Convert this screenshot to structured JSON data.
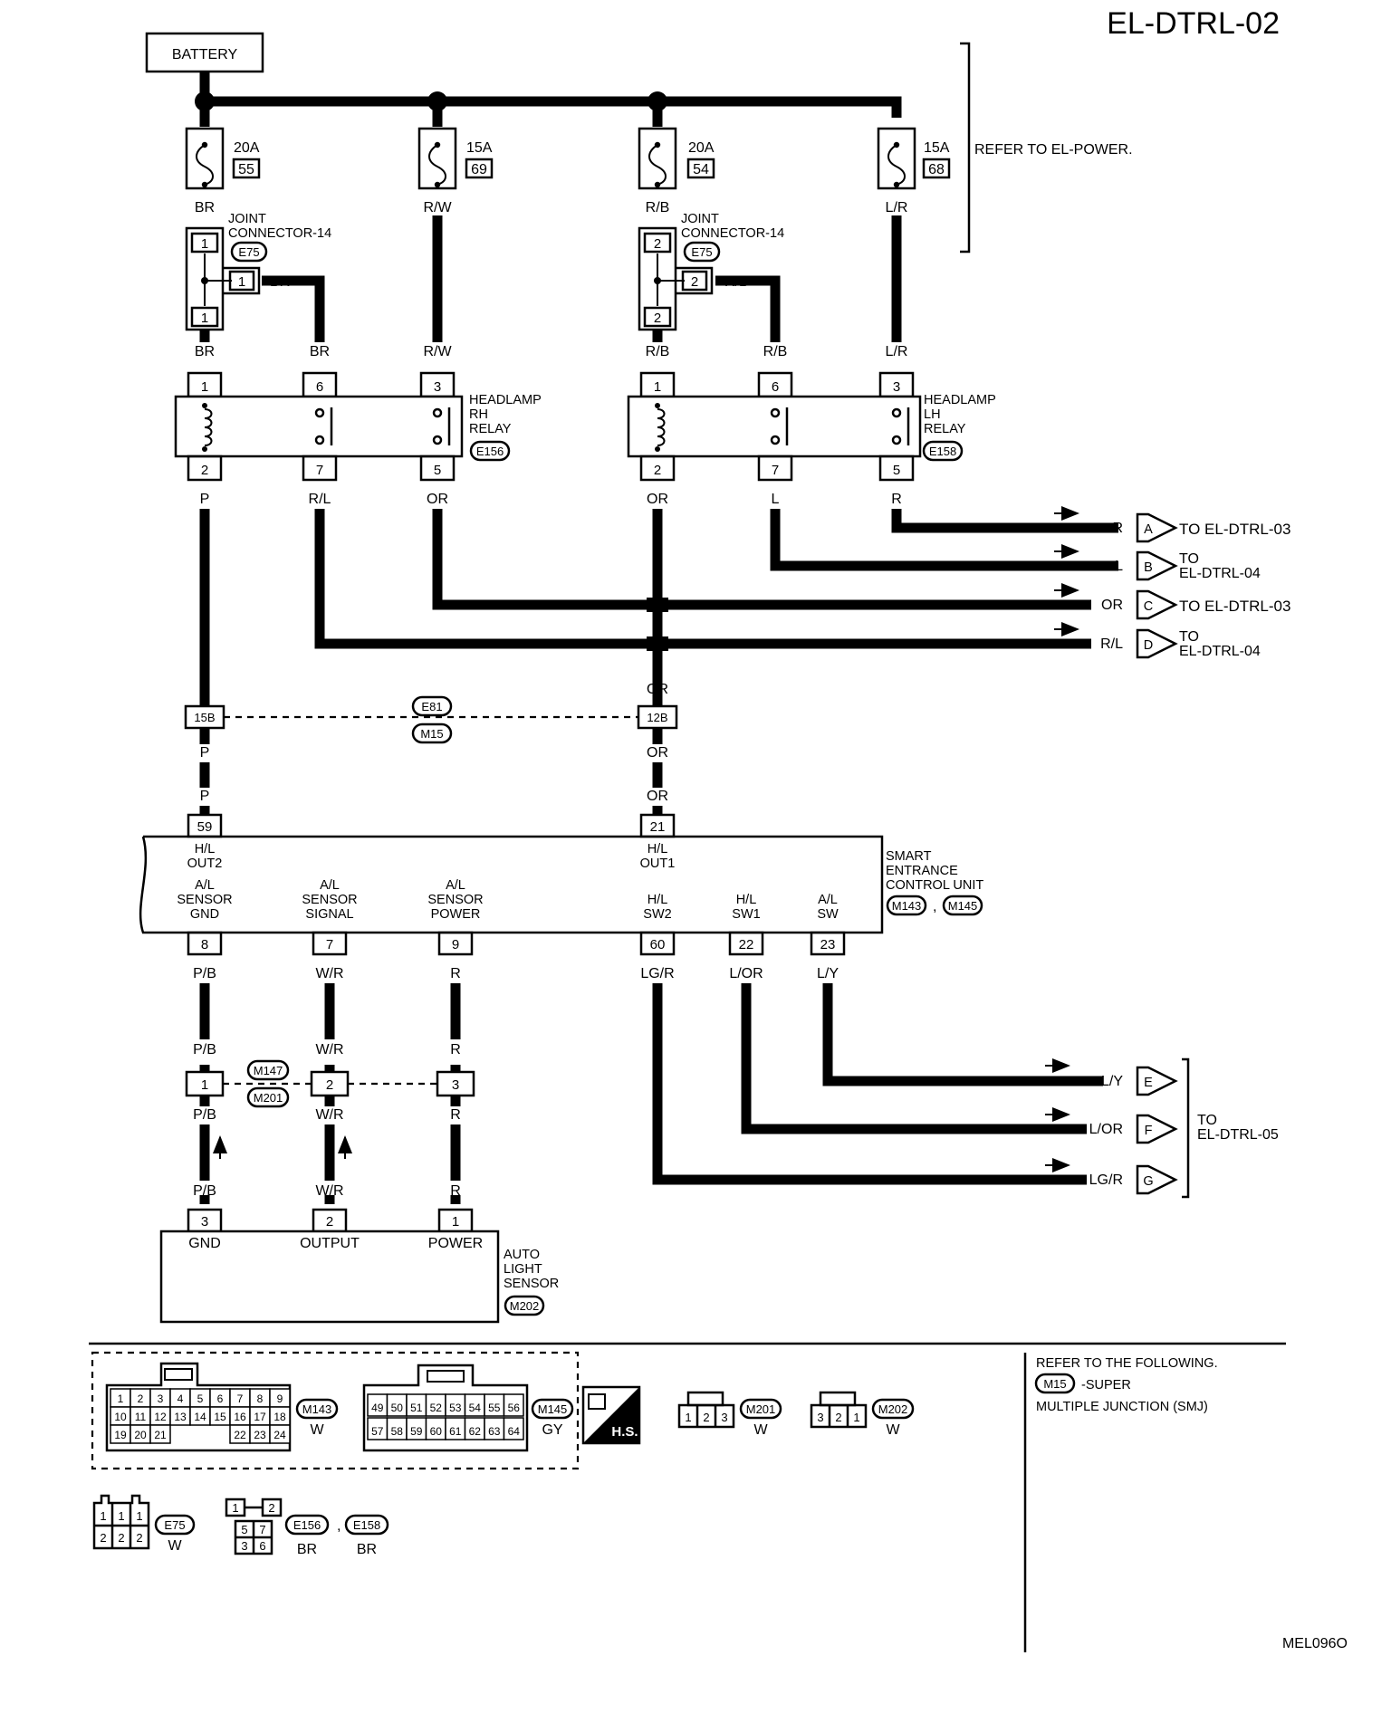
{
  "page": {
    "title": "EL-DTRL-02",
    "figure_id": "MEL096O"
  },
  "battery": {
    "label": "BATTERY"
  },
  "power_note": "REFER TO EL-POWER.",
  "fuses": [
    {
      "amp": "20A",
      "number": "55",
      "wire": "BR"
    },
    {
      "amp": "15A",
      "number": "69",
      "wire": "R/W"
    },
    {
      "amp": "20A",
      "number": "54",
      "wire": "R/B"
    },
    {
      "amp": "15A",
      "number": "68",
      "wire": "L/R"
    }
  ],
  "joint_connectors": [
    {
      "label1": "JOINT",
      "label2": "CONNECTOR-14",
      "conn": "E75",
      "pin_top": "1",
      "pin_side": "1",
      "pin_bottom": "1",
      "side_wire": "BR"
    },
    {
      "label1": "JOINT",
      "label2": "CONNECTOR-14",
      "conn": "E75",
      "pin_top": "2",
      "pin_side": "2",
      "pin_bottom": "2",
      "side_wire": "R/B"
    }
  ],
  "relays": [
    {
      "name1": "HEADLAMP",
      "name2": "RH",
      "name3": "RELAY",
      "conn": "E156",
      "top_pins": [
        "1",
        "6",
        "3"
      ],
      "bottom_pins": [
        "2",
        "7",
        "5"
      ],
      "top_wires": [
        "BR",
        "BR",
        "R/W"
      ],
      "bottom_wires": [
        "P",
        "R/L",
        "OR"
      ]
    },
    {
      "name1": "HEADLAMP",
      "name2": "LH",
      "name3": "RELAY",
      "conn": "E158",
      "top_pins": [
        "1",
        "6",
        "3"
      ],
      "bottom_pins": [
        "2",
        "7",
        "5"
      ],
      "top_wires": [
        "R/B",
        "R/B",
        "L/R"
      ],
      "bottom_wires": [
        "OR",
        "L",
        "R"
      ]
    }
  ],
  "outputs_top": [
    {
      "wire": "R",
      "letter": "A",
      "dest1": "TO EL-DTRL-03",
      "dest2": ""
    },
    {
      "wire": "L",
      "letter": "B",
      "dest1": "TO",
      "dest2": "EL-DTRL-04"
    },
    {
      "wire": "OR",
      "letter": "C",
      "dest1": "TO EL-DTRL-03",
      "dest2": ""
    },
    {
      "wire": "R/L",
      "letter": "D",
      "dest1": "TO",
      "dest2": "EL-DTRL-04"
    }
  ],
  "harness_connector": {
    "conn1": "E81",
    "conn2": "M15",
    "left_pin": "15B",
    "right_pin": "12B",
    "left_wire": "P",
    "right_wire": "OR"
  },
  "smart_unit": {
    "name1": "SMART",
    "name2": "ENTRANCE",
    "name3": "CONTROL UNIT",
    "conn1": "M143",
    "conn2": "M145",
    "comma": ",",
    "top_terminals": [
      {
        "pin": "59",
        "l1": "H/L",
        "l2": "OUT2",
        "wire": "P"
      },
      {
        "pin": "21",
        "l1": "H/L",
        "l2": "OUT1",
        "wire": "OR"
      }
    ],
    "bottom_terminals": [
      {
        "pin": "8",
        "l1": "A/L",
        "l2": "SENSOR",
        "l3": "GND",
        "wire": "P/B"
      },
      {
        "pin": "7",
        "l1": "A/L",
        "l2": "SENSOR",
        "l3": "SIGNAL",
        "wire": "W/R"
      },
      {
        "pin": "9",
        "l1": "A/L",
        "l2": "SENSOR",
        "l3": "POWER",
        "wire": "R"
      },
      {
        "pin": "60",
        "l1": "H/L",
        "l2": "SW2",
        "l3": "",
        "wire": "LG/R"
      },
      {
        "pin": "22",
        "l1": "H/L",
        "l2": "SW1",
        "l3": "",
        "wire": "L/OR"
      },
      {
        "pin": "23",
        "l1": "A/L",
        "l2": "SW",
        "l3": "",
        "wire": "L/Y"
      }
    ]
  },
  "mid_connector": {
    "conn1": "M147",
    "conn2": "M201",
    "pins": [
      "1",
      "2",
      "3"
    ],
    "wires": [
      "P/B",
      "W/R",
      "R"
    ]
  },
  "outputs_bottom": {
    "items": [
      {
        "wire": "L/Y",
        "letter": "E"
      },
      {
        "wire": "L/OR",
        "letter": "F"
      },
      {
        "wire": "LG/R",
        "letter": "G"
      }
    ],
    "dest1": "TO",
    "dest2": "EL-DTRL-05"
  },
  "sensor": {
    "name1": "AUTO",
    "name2": "LIGHT",
    "name3": "SENSOR",
    "conn": "M202",
    "pins": [
      "3",
      "2",
      "1"
    ],
    "labels": [
      "GND",
      "OUTPUT",
      "POWER"
    ],
    "wires": [
      "P/B",
      "W/R",
      "R"
    ]
  },
  "connector_views": {
    "m143": {
      "id": "M143",
      "color": "W",
      "rows": [
        [
          "1",
          "2",
          "3",
          "4",
          "5",
          "6",
          "7",
          "8",
          "9"
        ],
        [
          "10",
          "11",
          "12",
          "13",
          "14",
          "15",
          "16",
          "17",
          "18"
        ],
        [
          "19",
          "20",
          "21",
          "22",
          "23",
          "24"
        ]
      ]
    },
    "m145": {
      "id": "M145",
      "color": "GY",
      "rows": [
        [
          "49",
          "50",
          "51",
          "52",
          "53",
          "54",
          "55",
          "56"
        ],
        [
          "57",
          "58",
          "59",
          "60",
          "61",
          "62",
          "63",
          "64"
        ]
      ]
    },
    "hs": "H.S.",
    "m201": {
      "id": "M201",
      "color": "W",
      "pins": [
        "1",
        "2",
        "3"
      ]
    },
    "m202": {
      "id": "M202",
      "color": "W",
      "pins": [
        "3",
        "2",
        "1"
      ]
    },
    "e75": {
      "id": "E75",
      "color": "W",
      "rows": [
        [
          "1",
          "1",
          "1"
        ],
        [
          "2",
          "2",
          "2"
        ]
      ]
    },
    "e156": {
      "id": "E156",
      "color": "BR",
      "pins": [
        "1",
        "2",
        "5",
        "7",
        "3",
        "6"
      ],
      "comma": ","
    },
    "e158": {
      "id": "E158",
      "color": "BR"
    }
  },
  "notes": {
    "line1": "REFER TO THE FOLLOWING.",
    "conn": "M15",
    "line2": "-SUPER",
    "line3": "MULTIPLE JUNCTION (SMJ)"
  }
}
